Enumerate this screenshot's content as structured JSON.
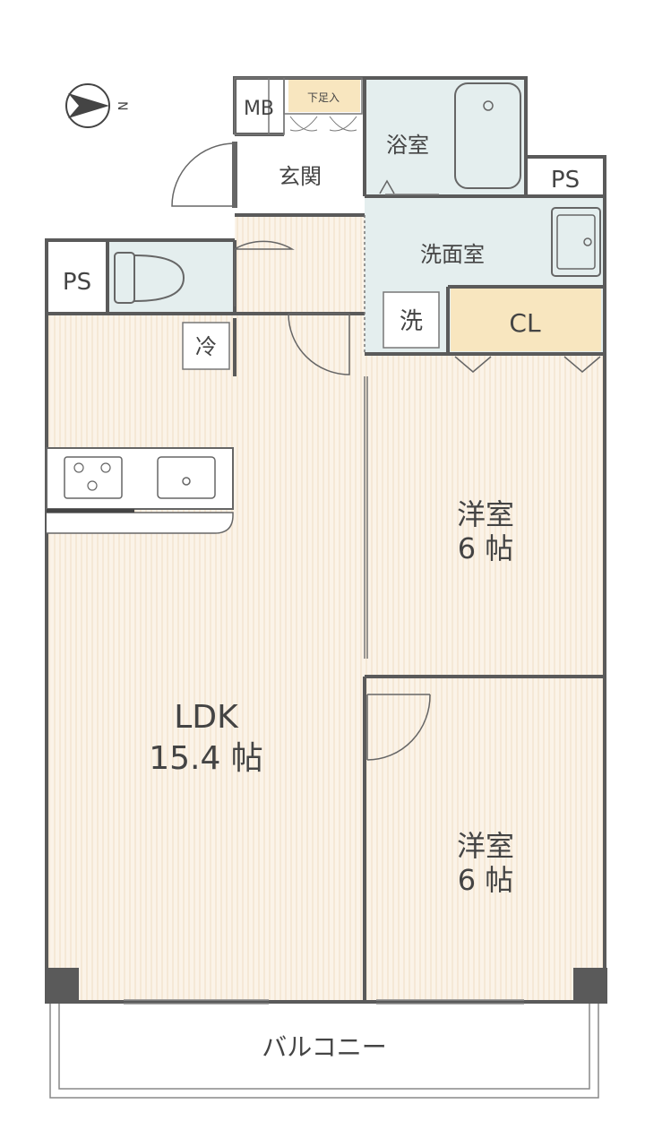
{
  "compass": {
    "label": "N"
  },
  "rooms": {
    "mb": "MB",
    "shoe": "下足入",
    "bath": "浴室",
    "ps_top": "PS",
    "entrance": "玄関",
    "washroom": "洗面室",
    "ps_left": "PS",
    "washer": "洗",
    "closet": "CL",
    "fridge": "冷",
    "bedroom1_name": "洋室",
    "bedroom1_size": "6 帖",
    "ldk_name": "LDK",
    "ldk_size": "15.4 帖",
    "bedroom2_name": "洋室",
    "bedroom2_size": "6 帖",
    "balcony": "バルコニー"
  },
  "colors": {
    "wall": "#5a5a5a",
    "floor": "#fbf3e8",
    "floor_stripe": "#efdcc4",
    "wet_area": "#e4eeee",
    "closet": "#f8e6bf",
    "line": "#666666"
  }
}
